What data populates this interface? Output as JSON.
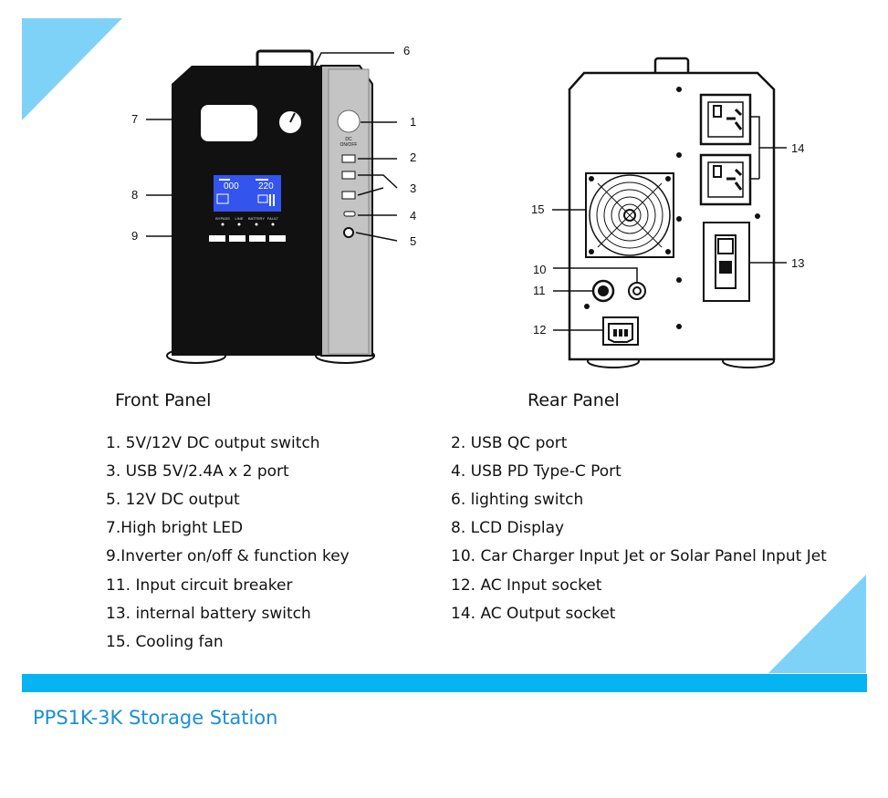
{
  "colors": {
    "accent_blue": "#05b4f0",
    "light_blue": "#7fd2f7",
    "lcd_blue": "#3355ee",
    "title_blue": "#1a8fd6",
    "body_black": "#111111",
    "side_gray": "#b8b8b8"
  },
  "front": {
    "title": "Front Panel",
    "dc_switch_label": "DC\nON/OFF",
    "lcd": {
      "left_value": "000",
      "right_value": "220"
    },
    "indicators": [
      "BYPASS",
      "LINE",
      "BATTERY",
      "FAULT"
    ],
    "callouts": [
      "6",
      "7",
      "1",
      "2",
      "8",
      "3",
      "4",
      "9",
      "5"
    ]
  },
  "rear": {
    "title": "Rear Panel",
    "callouts": [
      "14",
      "15",
      "13",
      "10",
      "11",
      "12"
    ]
  },
  "legend": {
    "left": [
      "1.  5V/12V DC output switch",
      "3. USB 5V/2.4A x 2 port",
      "5. 12V DC output",
      "7.High bright LED",
      "9.Inverter on/off & function key",
      "11. Input circuit breaker",
      "13. internal battery switch",
      "15. Cooling fan"
    ],
    "right": [
      "2. USB QC port",
      "4. USB PD Type-C Port",
      "6. lighting switch",
      "8. LCD Display",
      "10. Car Charger Input Jet or Solar Panel Input Jet",
      "12. AC Input socket",
      "14. AC Output socket"
    ]
  },
  "footer": {
    "title": "PPS1K-3K Storage Station"
  }
}
